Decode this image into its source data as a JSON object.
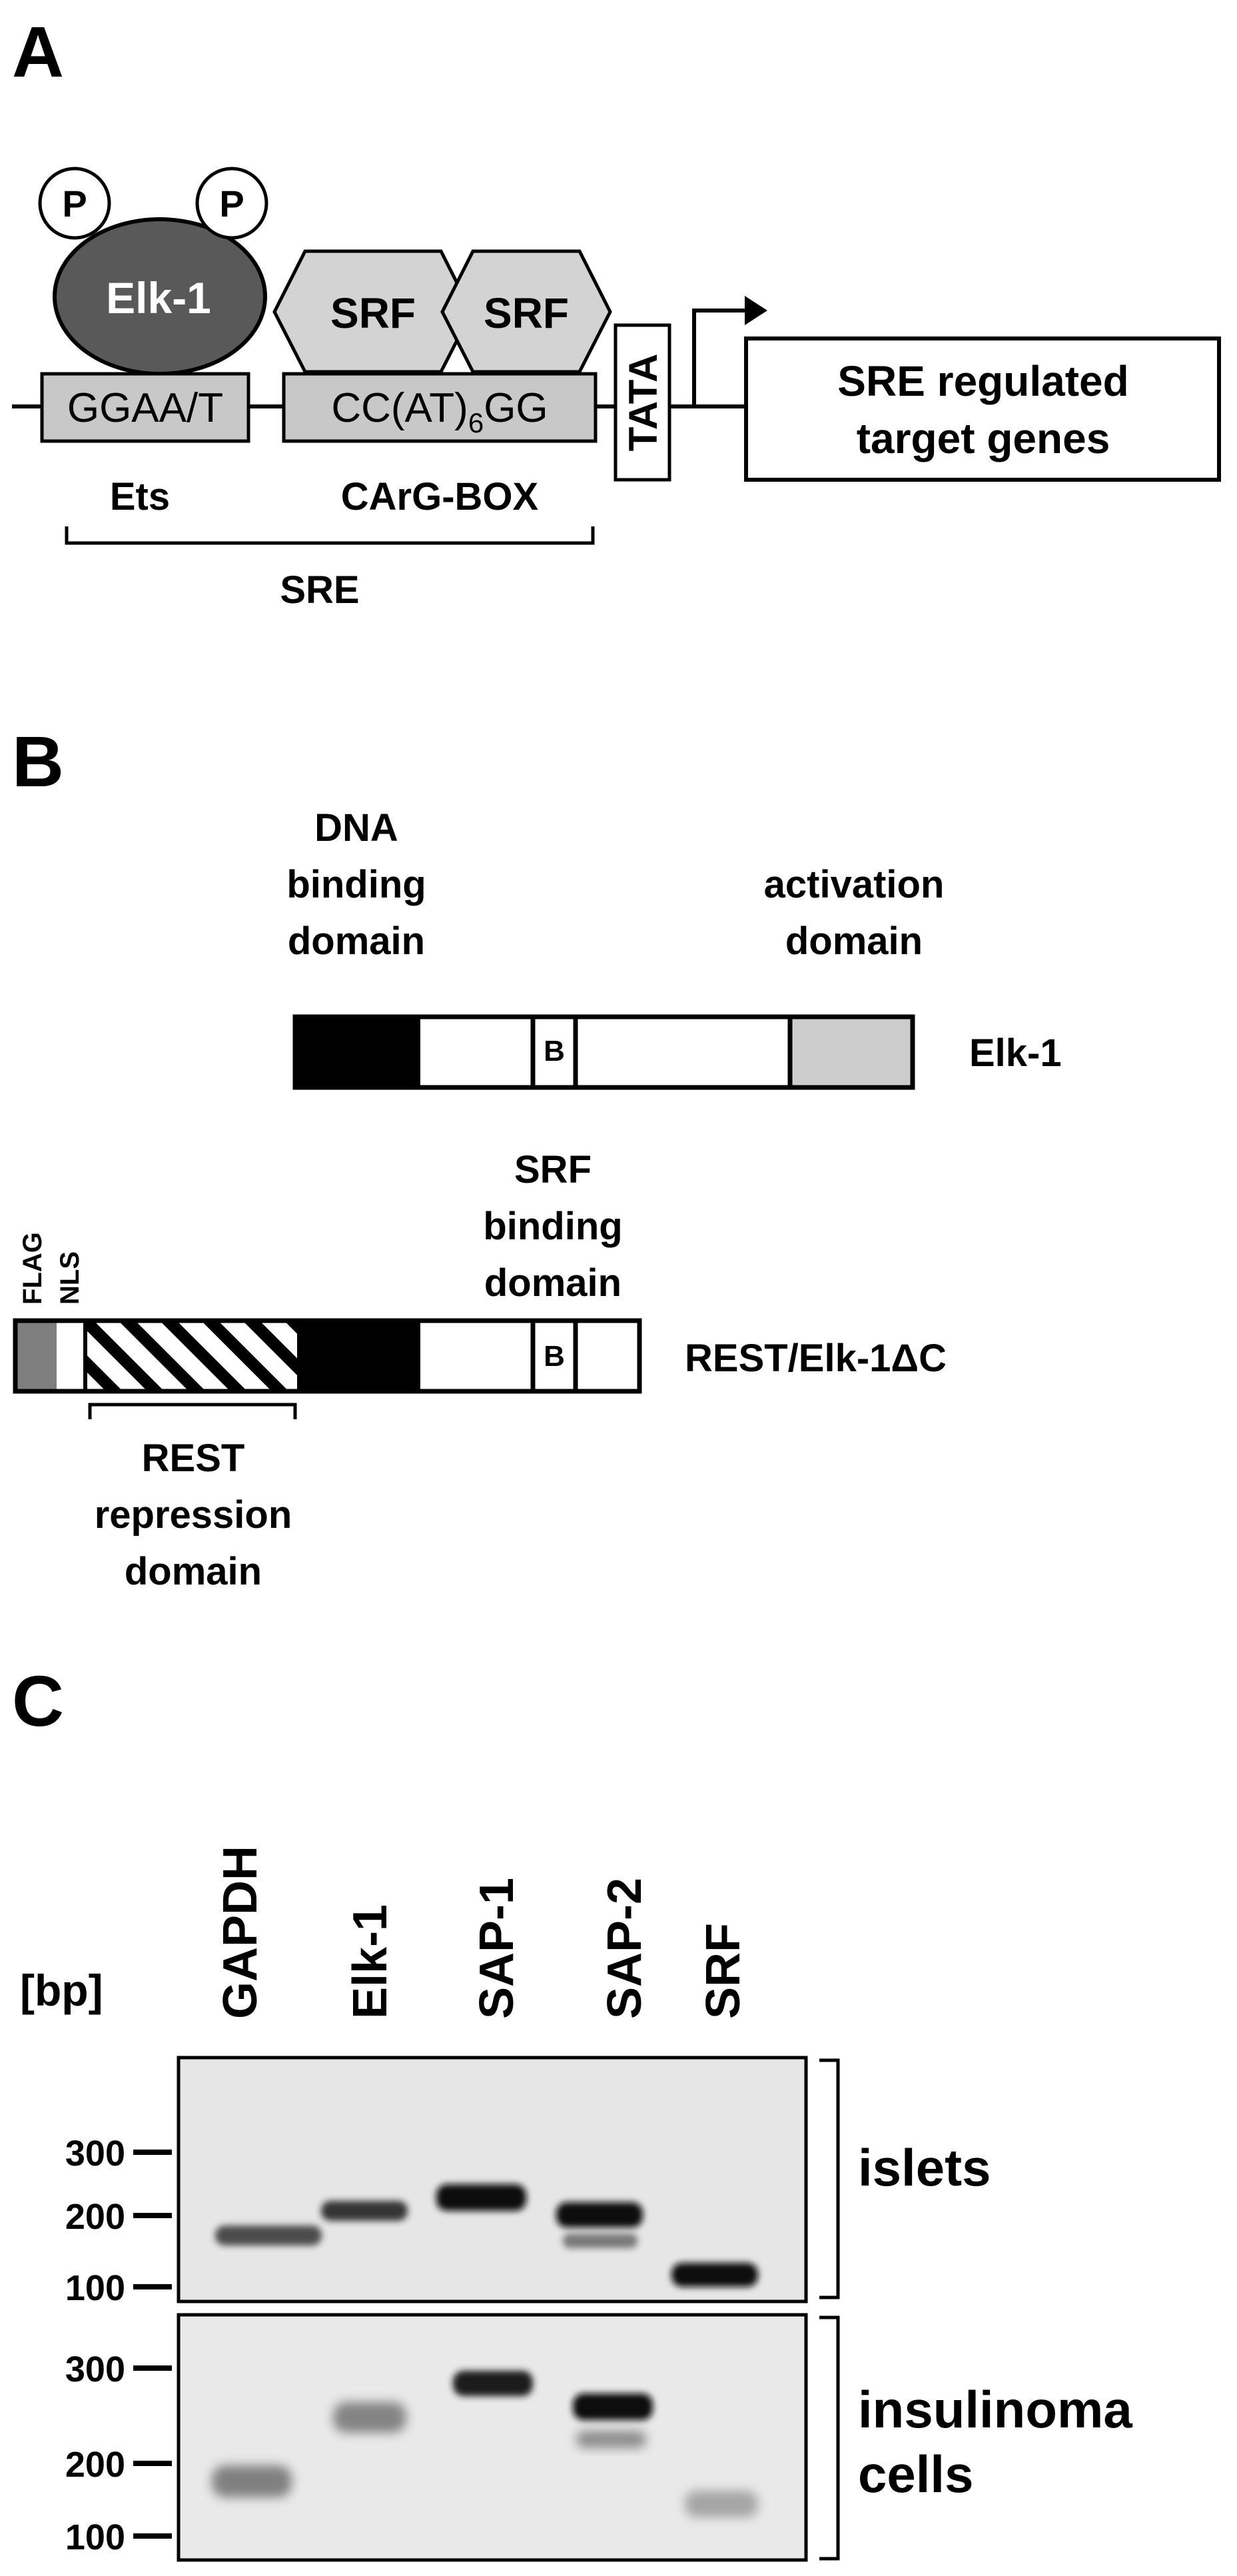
{
  "panel_a": {
    "label": "A",
    "phospho_1": "P",
    "phospho_2": "P",
    "elk1": "Elk-1",
    "srf_1": "SRF",
    "srf_2": "SRF",
    "ets_seq": "GGAA/T",
    "carg_prefix": "CC(AT)",
    "carg_sub": "6",
    "carg_suffix": "GG",
    "tata": "TATA",
    "target_line1": "SRE regulated",
    "target_line2": "target genes",
    "ets_label": "Ets",
    "carg_label": "CArG-BOX",
    "sre_label": "SRE"
  },
  "panel_b": {
    "label": "B",
    "dna_binding_line1": "DNA",
    "dna_binding_line2": "binding",
    "dna_binding_line3": "domain",
    "activation_line1": "activation",
    "activation_line2": "domain",
    "elk1_b": "B",
    "elk1_name": "Elk-1",
    "srf_binding_line1": "SRF",
    "srf_binding_line2": "binding",
    "srf_binding_line3": "domain",
    "flag": "FLAG",
    "nls": "NLS",
    "rest_b": "B",
    "rest_name": "REST/Elk-1ΔC",
    "rest_repr_line1": "REST",
    "rest_repr_line2": "repression",
    "rest_repr_line3": "domain"
  },
  "panel_c": {
    "label": "C",
    "bp_label": "[bp]",
    "lanes": [
      "GAPDH",
      "Elk-1",
      "SAP-1",
      "SAP-2",
      "SRF"
    ],
    "gel1_markers": [
      "300",
      "200",
      "100"
    ],
    "gel2_markers": [
      "300",
      "200",
      "100"
    ],
    "gel1_label": "islets",
    "gel2_label_line1": "insulinoma",
    "gel2_label_line2": "cells"
  }
}
